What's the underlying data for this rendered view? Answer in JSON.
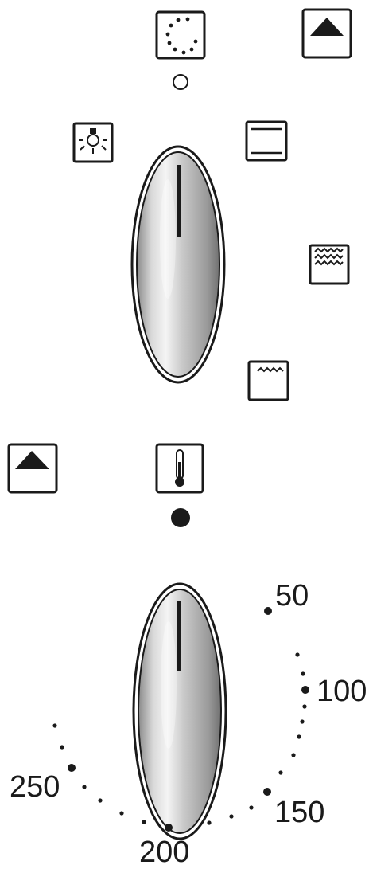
{
  "function_knob": {
    "symbols": [
      {
        "name": "top-indicator-icon"
      },
      {
        "name": "oven-light-icon"
      },
      {
        "name": "top-bottom-heat-icon"
      },
      {
        "name": "grill-large-icon"
      },
      {
        "name": "grill-small-icon"
      },
      {
        "name": "triangle-up-icon"
      }
    ]
  },
  "temperature_knob": {
    "scale_labels": [
      "50",
      "100",
      "150",
      "200",
      "250"
    ]
  }
}
